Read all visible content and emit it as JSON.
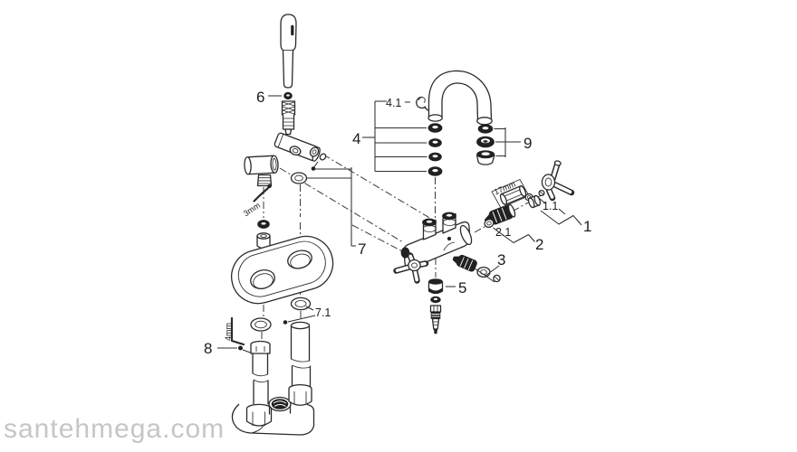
{
  "watermark": {
    "text": "santehmega.com",
    "color": "#c6c6c6"
  },
  "callouts": {
    "n1": "1",
    "n1_1": "1.1",
    "n2": "2",
    "n2_1": "2.1",
    "n3": "3",
    "n4": "4",
    "n4_1": "4.1",
    "n5": "5",
    "n6": "6",
    "n7": "7",
    "n7_1": "7.1",
    "n8": "8",
    "n9": "9"
  },
  "dimensions": {
    "cartridge_hex": "17mm",
    "holder_setscrew_hex": "3mm",
    "leg_setscrew_hex": "4mm"
  },
  "colors": {
    "line": "#2a2a2a",
    "dark_part": "#212121",
    "background": "#ffffff"
  }
}
